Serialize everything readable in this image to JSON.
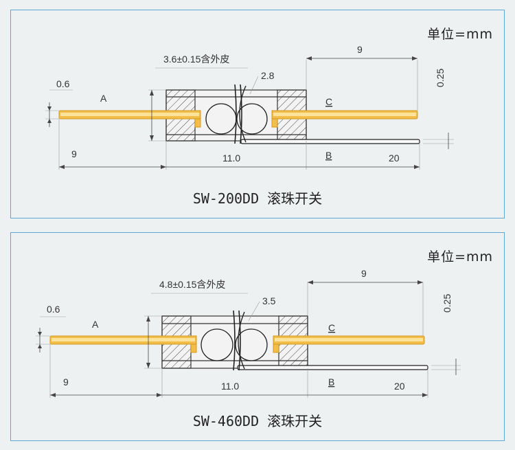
{
  "panels": [
    {
      "unit": "单位=mm",
      "caption": "SW-200DD 滚珠开关",
      "labels": {
        "A": "A",
        "B": "B",
        "C": "C",
        "dia": "3.6±0.15含外皮",
        "pin": "2.8",
        "lead_thick": "0.6",
        "left_len": "9",
        "body_len": "11.0",
        "right_len": "9",
        "bottom_len": "20",
        "b_thick": "0.25"
      }
    },
    {
      "unit": "单位=mm",
      "caption": "SW-460DD 滚珠开关",
      "labels": {
        "A": "A",
        "B": "B",
        "C": "C",
        "dia": "4.8±0.15含外皮",
        "pin": "3.5",
        "lead_thick": "0.6",
        "left_len": "9",
        "body_len": "11.0",
        "right_len": "9",
        "bottom_len": "20",
        "b_thick": "0.25"
      }
    }
  ]
}
